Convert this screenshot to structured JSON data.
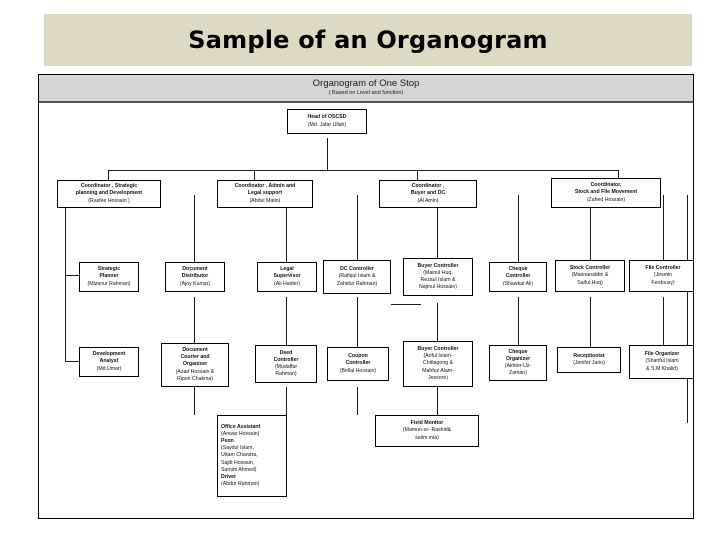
{
  "slide": {
    "title": "Sample of an Organogram",
    "background_color": "#ffffff",
    "banner_color": "#ddd9c3"
  },
  "chart": {
    "header_title": "Organogram of One Stop",
    "header_subtitle": "( Based on Level and function)",
    "header_bg": "#d5d5d5",
    "border_color": "#000000"
  },
  "nodes": {
    "head": {
      "role": "Head of  OSCSD",
      "person": "(Md. Jafar Ullah)"
    },
    "coordinators": [
      {
        "role": "Coordinator , Strategic\nplanning and Development",
        "person": "(Rasfee  Hossain )"
      },
      {
        "role": "Coordinator , Admin and\nLegal  support",
        "person": "(Abdul Matin)"
      },
      {
        "role": "Coordinator ,\nBuyer and DC",
        "person": "(Al  Amin)"
      },
      {
        "role": "Coordinator,\nStock and File Movement",
        "person": "(Zahed Hossain)"
      }
    ],
    "level3": [
      {
        "role": "Strategic\nPlanner",
        "person": "(Mizanur Rahman)"
      },
      {
        "role": "Document\nDistributor",
        "person": "(Ajoy Kumar)"
      },
      {
        "role": "Legal\nSupervisor",
        "person": "(Ali Haider)"
      },
      {
        "role": "DC Controller",
        "person": "(Rafiqul Islam &\nZahidur  Rahman)"
      },
      {
        "role": "Buyer Controller",
        "person": "(Mainul Huq,\nRezaul Islam &\nNajmul  Hossain)"
      },
      {
        "role": "Cheque\nController",
        "person": "(Shawkat Ali)"
      },
      {
        "role": "Stock Controller",
        "person": "(Maznaruddin &\nSaiful Huq)"
      },
      {
        "role": "File Controller",
        "person": "(Jesmin\nFerdousy)"
      }
    ],
    "level4": [
      {
        "role": "Development\nAnalyst",
        "person": "(Md.Umar)"
      },
      {
        "role": "Document\nCourier and\nOrganizer",
        "person": "(Azad Hossain &\nRipon Chakma)"
      },
      {
        "role": "Deed\nController",
        "person": "(Mudaffar\nRahman)"
      },
      {
        "role": "Coupon\nController",
        "person": "(Bellal Hossain)"
      },
      {
        "role": "Buyer Controller",
        "person": "(Ariful Islam-\nChittagong &\nMahfuz Alam-\nJessore)"
      },
      {
        "role": "Cheque\nOrganizer",
        "person": "(Akhter-Uz-\nZaman)"
      },
      {
        "role": "Receptionist",
        "person": "(Jenifer Jarin)"
      },
      {
        "role": "File Organizer",
        "person": "(Shariful Islam\n& S.M.Khalid)"
      }
    ],
    "level5": [
      {
        "role": "Office Assistant",
        "person": "(Anwar Hossain)",
        "role2": "Peon",
        "person2": "(Saydul Islam,\nUttam Chandra,\nSajib Hossain,\nSamim Ahmed)",
        "role3": "Driver",
        "person3": "(Abdur Rahman)"
      },
      {
        "role": "Field Monitor",
        "person": "(Mamun-ur- Rashid&\nsalim mia)"
      }
    ]
  }
}
